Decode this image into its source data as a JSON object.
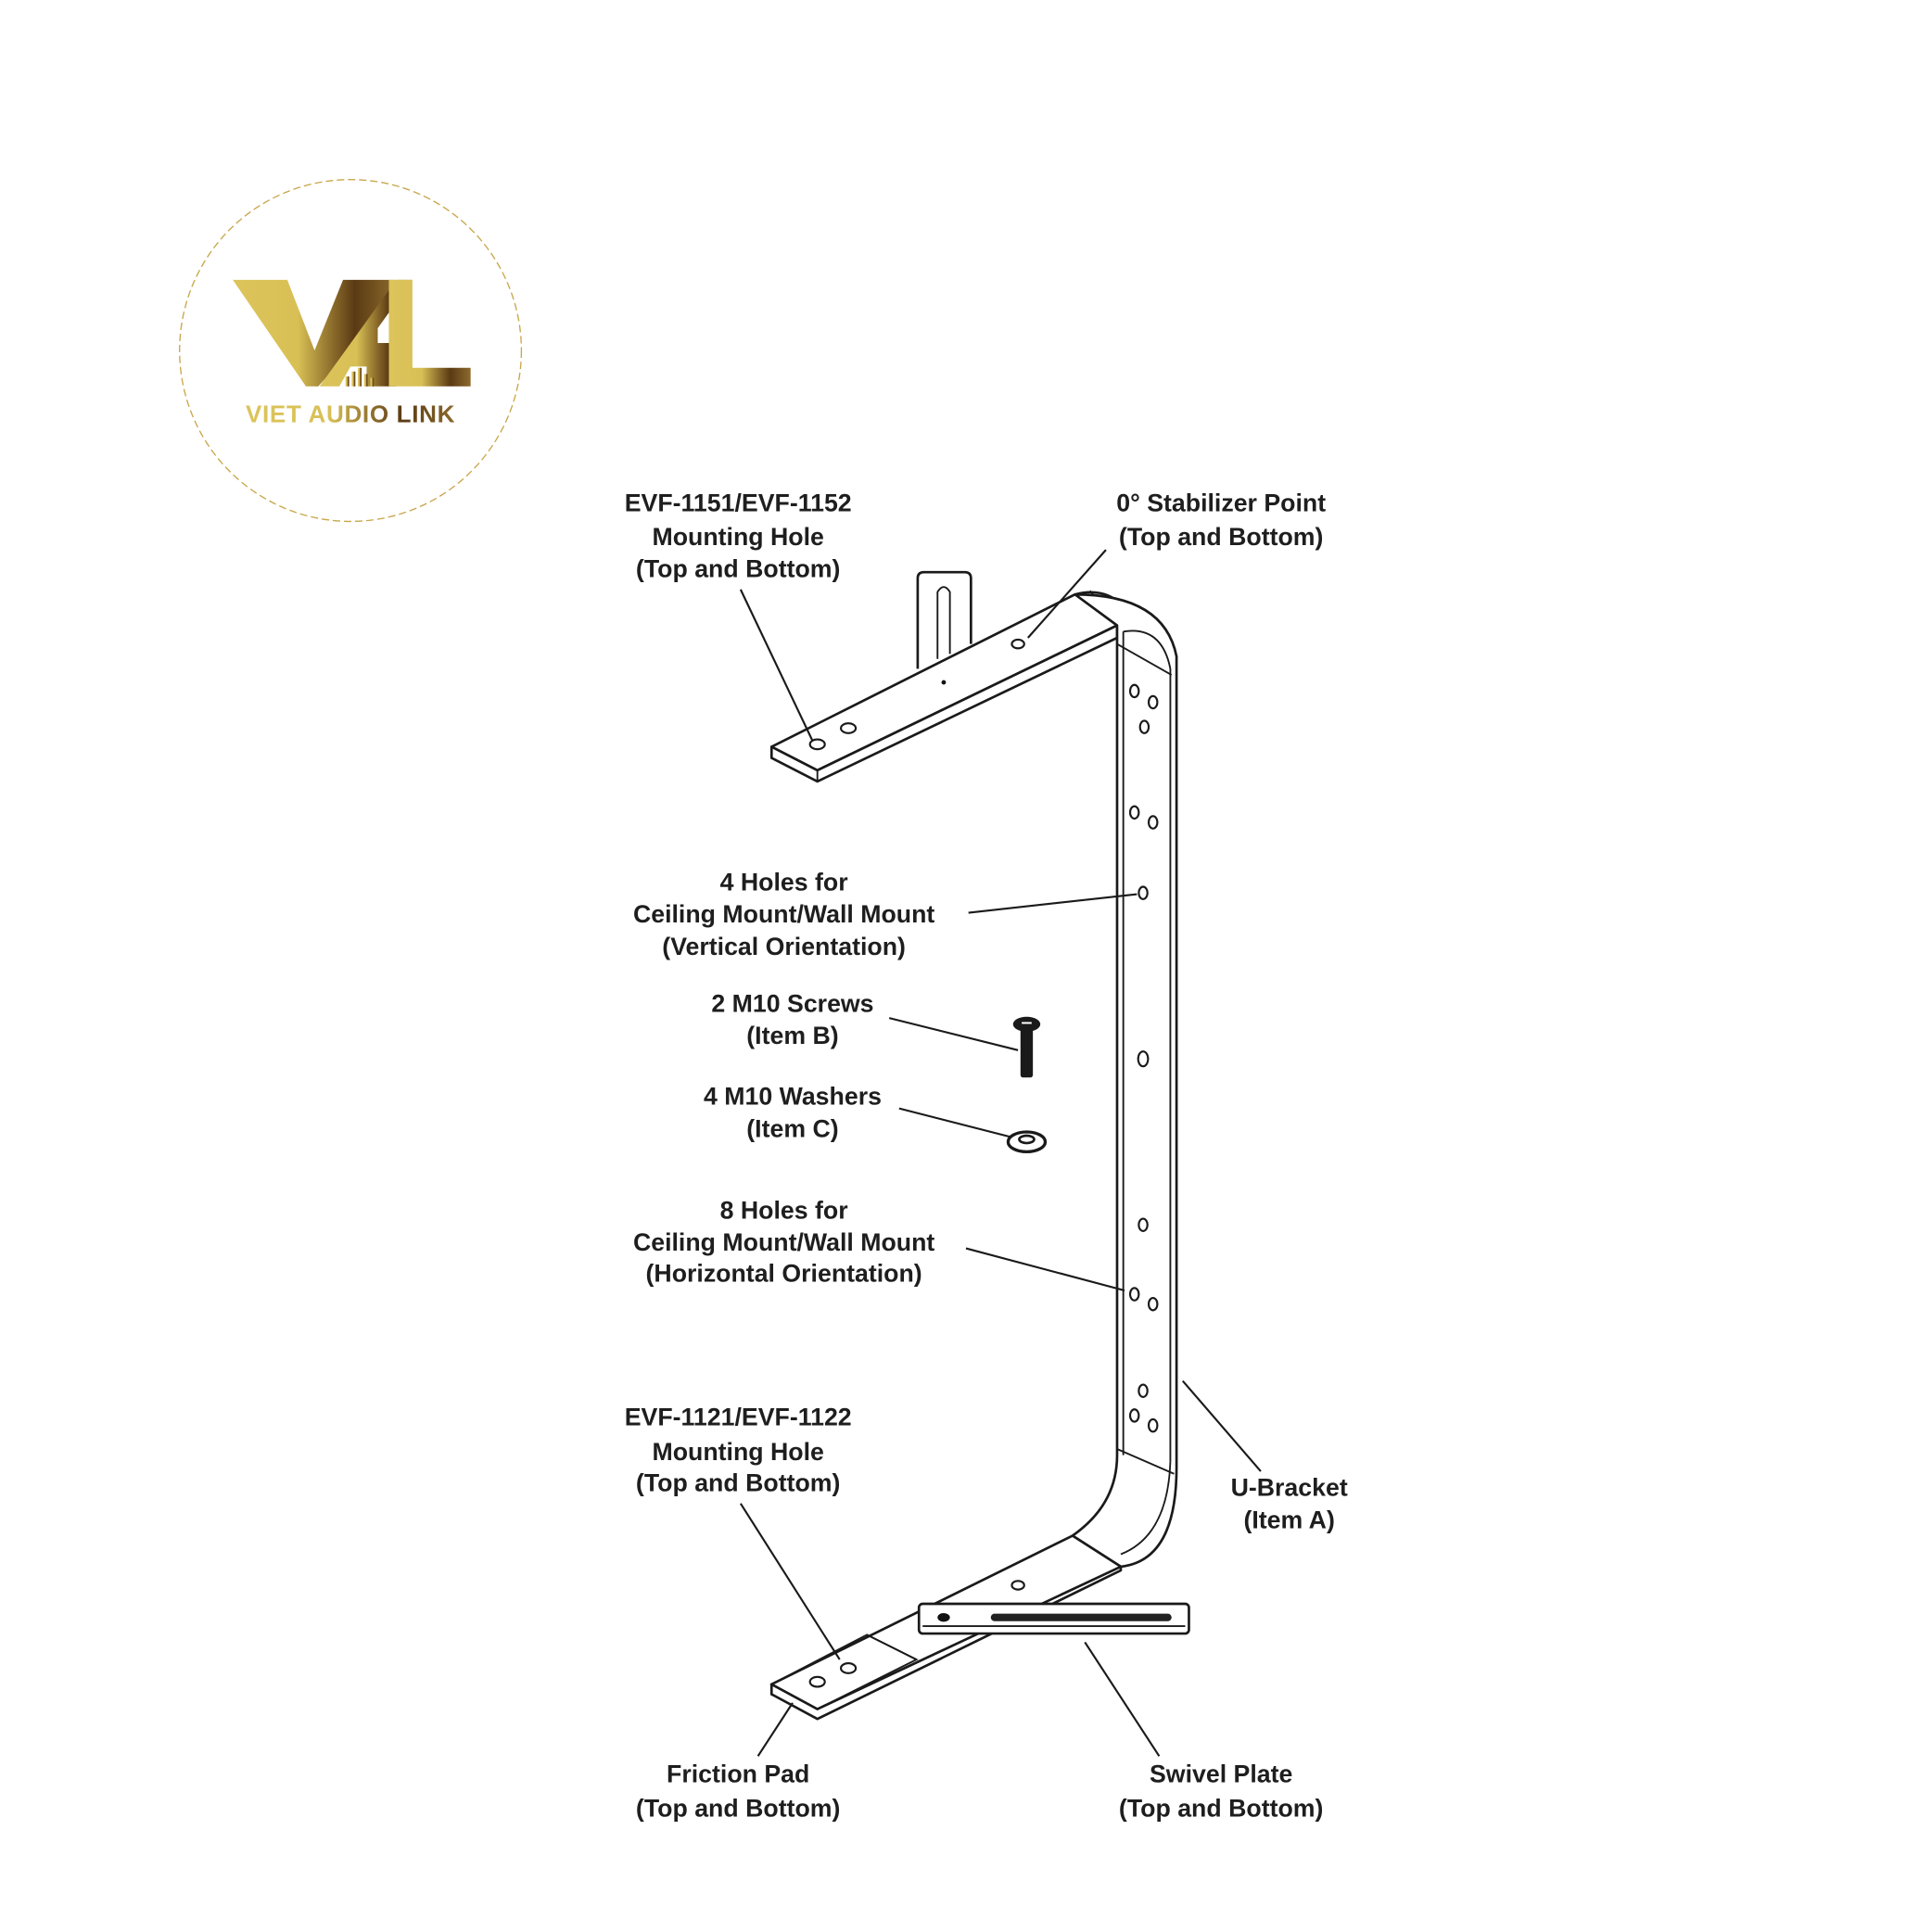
{
  "logo": {
    "monogram": "VAL",
    "name": "VIET AUDIO LINK",
    "colors": {
      "gold_light": "#dcc45c",
      "gold_dark": "#5a3a14",
      "gold_end": "#8c6a2c"
    }
  },
  "labels": {
    "top_mount_hole": [
      "EVF-1151/EVF-1152",
      "Mounting Hole",
      "(Top and Bottom)"
    ],
    "stabilizer": [
      "0° Stabilizer Point",
      "(Top and Bottom)"
    ],
    "vertical_holes": [
      "4 Holes for",
      "Ceiling Mount/Wall Mount",
      "(Vertical Orientation)"
    ],
    "screws": [
      "2 M10 Screws",
      "(Item B)"
    ],
    "washers": [
      "4 M10 Washers",
      "(Item C)"
    ],
    "horizontal_holes": [
      "8 Holes for",
      "Ceiling Mount/Wall Mount",
      "(Horizontal Orientation)"
    ],
    "bottom_mount_hole": [
      "EVF-1121/EVF-1122",
      "Mounting Hole",
      "(Top and Bottom)"
    ],
    "u_bracket": [
      "U-Bracket",
      "(Item A)"
    ],
    "friction_pad": [
      "Friction Pad",
      "(Top and Bottom)"
    ],
    "swivel_plate": [
      "Swivel Plate",
      "(Top and Bottom)"
    ]
  }
}
